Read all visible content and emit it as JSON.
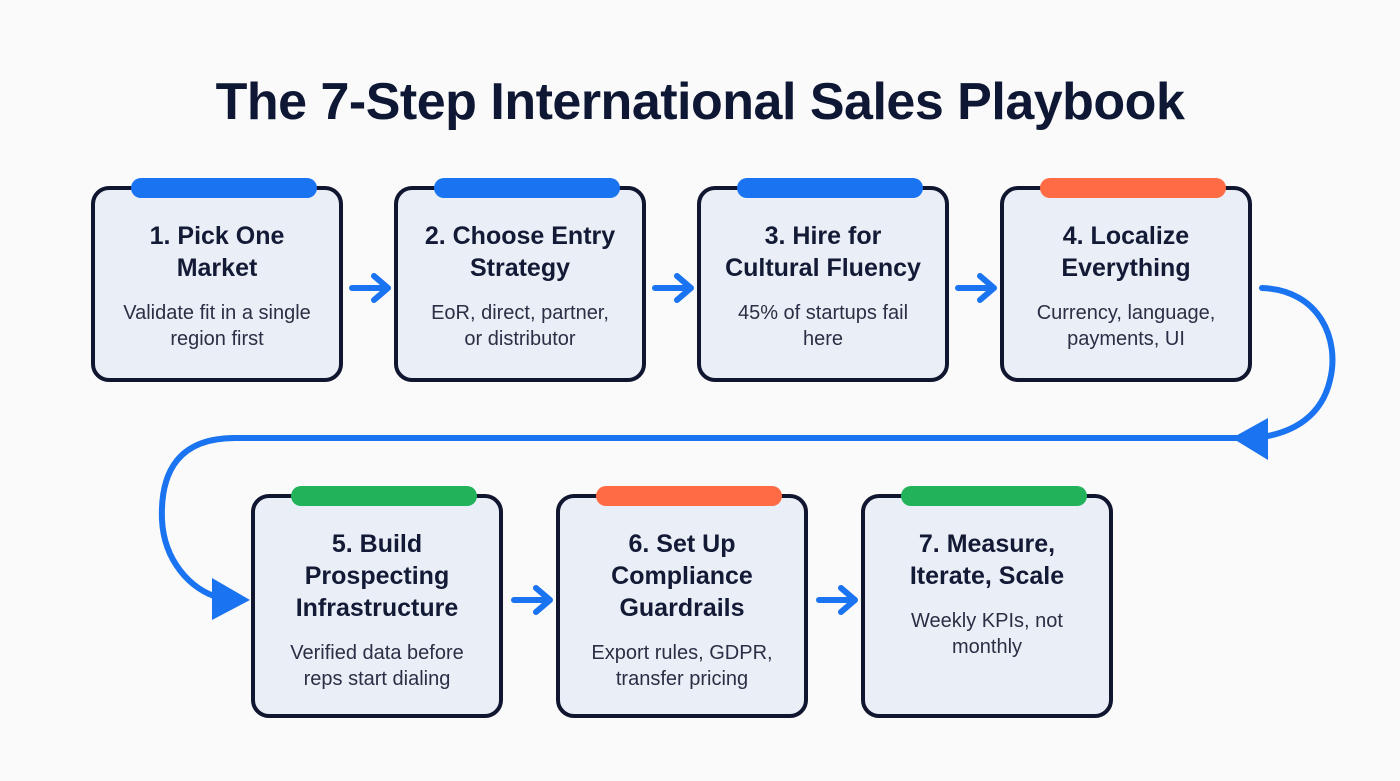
{
  "title": "The 7-Step International Sales Playbook",
  "colors": {
    "blue": "#1a73f0",
    "orange": "#ff6b45",
    "green": "#22b35a",
    "border": "#101530",
    "card_bg": "#eaeef6"
  },
  "steps": [
    {
      "title_line1": "1. Pick One",
      "title_line2": "Market",
      "title_line3": "",
      "desc_line1": "Validate fit in a single",
      "desc_line2": "region first",
      "accent": "blue"
    },
    {
      "title_line1": "2. Choose Entry",
      "title_line2": "Strategy",
      "title_line3": "",
      "desc_line1": "EoR, direct, partner,",
      "desc_line2": "or distributor",
      "accent": "blue"
    },
    {
      "title_line1": "3. Hire for",
      "title_line2": "Cultural Fluency",
      "title_line3": "",
      "desc_line1": "45% of startups fail",
      "desc_line2": "here",
      "accent": "blue"
    },
    {
      "title_line1": "4. Localize",
      "title_line2": "Everything",
      "title_line3": "",
      "desc_line1": "Currency, language,",
      "desc_line2": "payments, UI",
      "accent": "orange"
    },
    {
      "title_line1": "5. Build",
      "title_line2": "Prospecting",
      "title_line3": "Infrastructure",
      "desc_line1": "Verified data before",
      "desc_line2": "reps start dialing",
      "accent": "green"
    },
    {
      "title_line1": "6. Set Up",
      "title_line2": "Compliance",
      "title_line3": "Guardrails",
      "desc_line1": "Export rules, GDPR,",
      "desc_line2": "transfer pricing",
      "accent": "orange"
    },
    {
      "title_line1": "7. Measure,",
      "title_line2": "Iterate, Scale",
      "title_line3": "",
      "desc_line1": "Weekly KPIs, not",
      "desc_line2": "monthly",
      "accent": "green"
    }
  ]
}
